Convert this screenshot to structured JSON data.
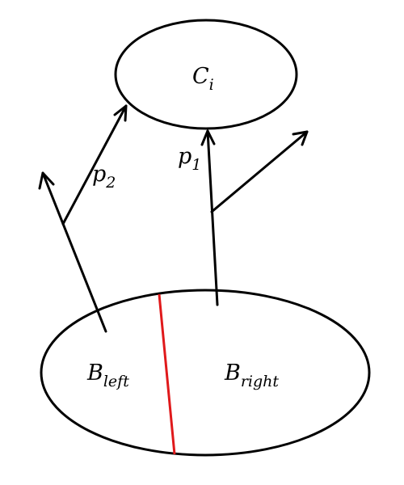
{
  "nodes": {
    "top": {
      "main": "C",
      "sub": "i"
    },
    "bottom_left": {
      "main": "B",
      "sub": "left"
    },
    "bottom_right": {
      "main": "B",
      "sub": "right"
    }
  },
  "arrows": {
    "left": {
      "main": "p",
      "sub": "2"
    },
    "right": {
      "main": "p",
      "sub": "1"
    }
  },
  "colors": {
    "line": "#000000",
    "split": "#e0191b"
  }
}
